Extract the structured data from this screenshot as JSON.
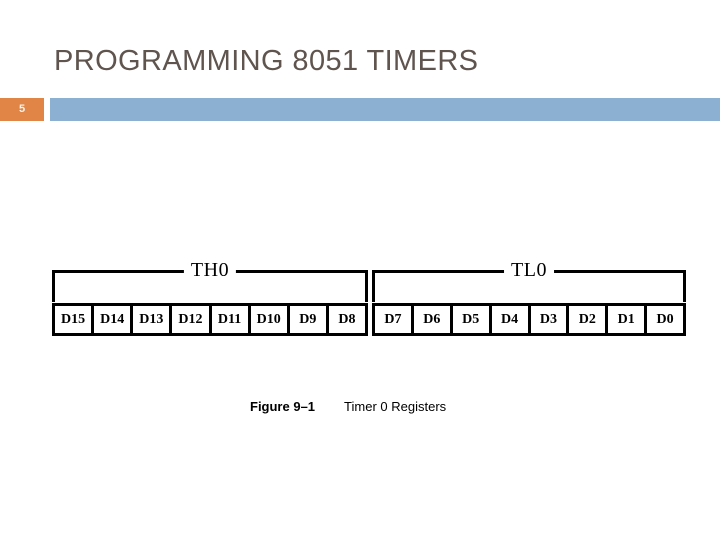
{
  "slide": {
    "title": "PROGRAMMING 8051 TIMERS",
    "number": "5",
    "colors": {
      "title_text": "#5f544e",
      "badge_background": "#e08545",
      "badge_text": "#f7f2ec",
      "accent_bar": "#8cb0d2",
      "diagram_line": "#000000",
      "page_background": "#ffffff"
    }
  },
  "diagram": {
    "brackets": [
      {
        "label": "TH0"
      },
      {
        "label": "TL0"
      }
    ],
    "high_byte_cells": [
      "D15",
      "D14",
      "D13",
      "D12",
      "D11",
      "D10",
      "D9",
      "D8"
    ],
    "low_byte_cells": [
      "D7",
      "D6",
      "D5",
      "D4",
      "D3",
      "D2",
      "D1",
      "D0"
    ]
  },
  "caption": {
    "label": "Figure 9–1",
    "text": "Timer 0 Registers"
  }
}
